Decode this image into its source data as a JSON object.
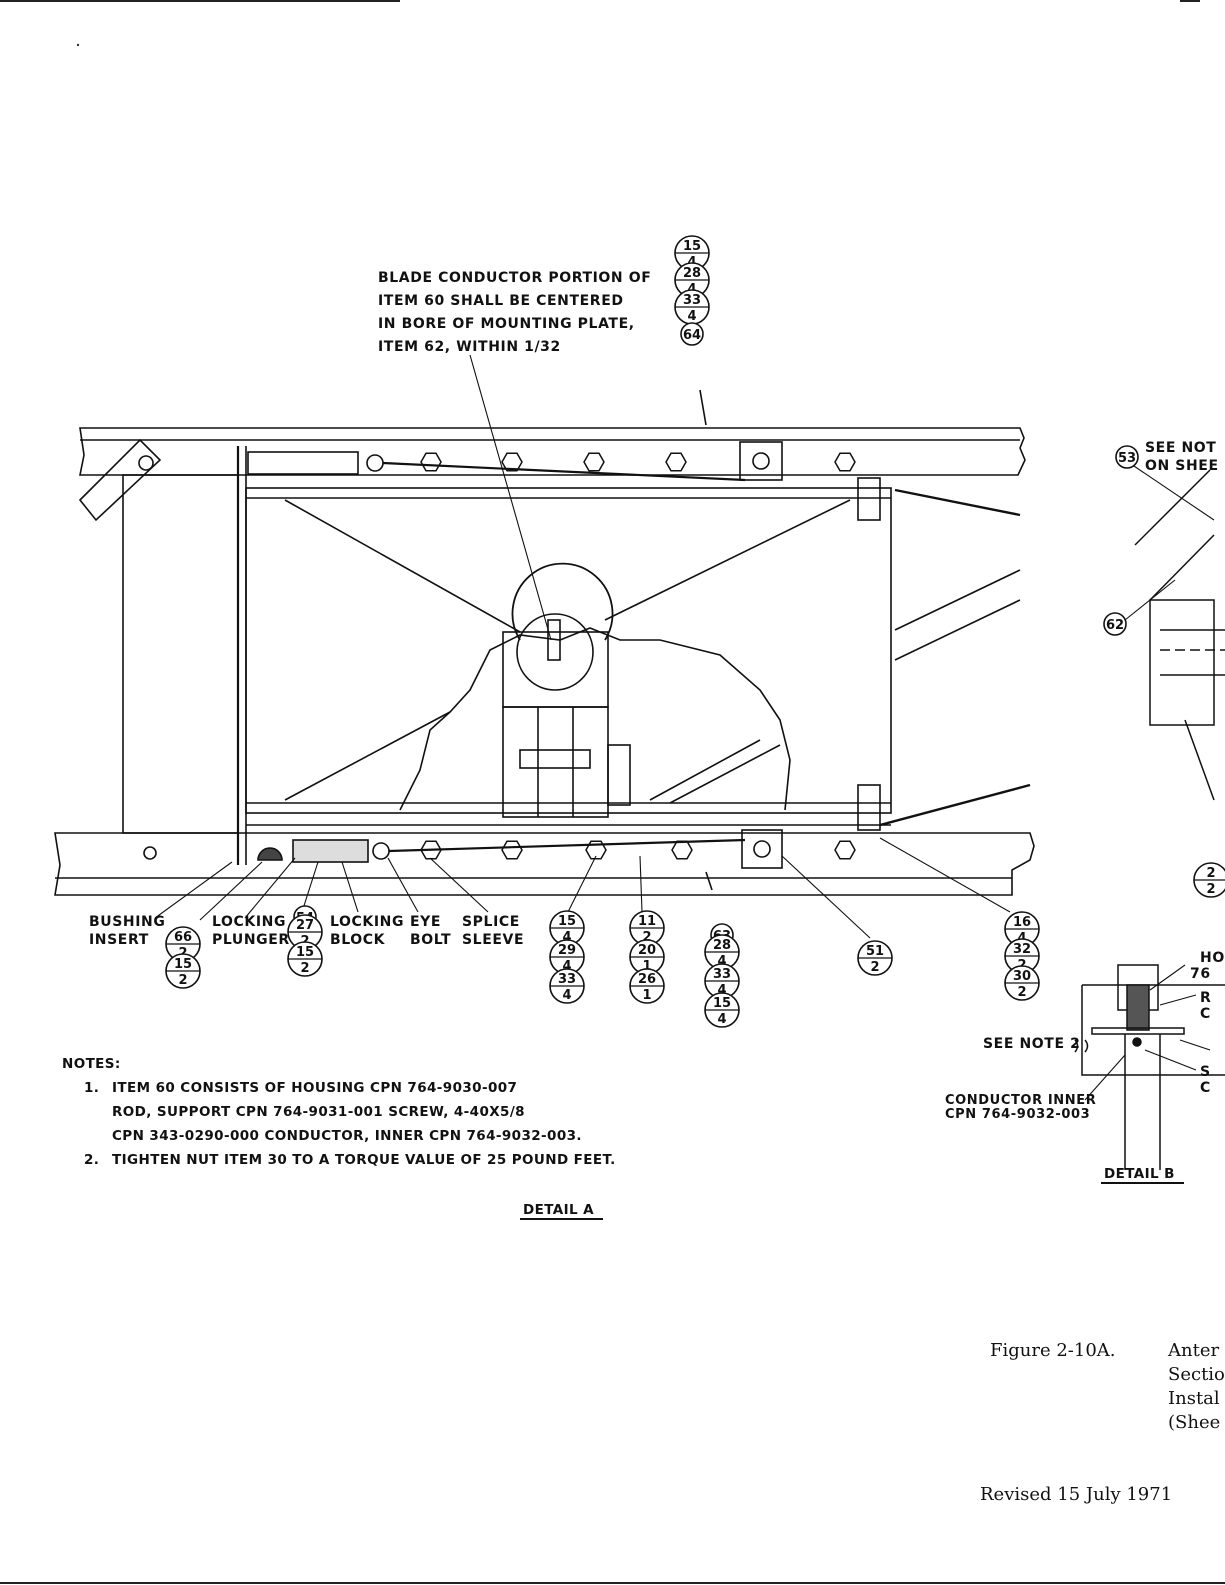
{
  "callout_top": [
    "BLADE CONDUCTOR PORTION OF",
    "ITEM 60 SHALL BE CENTERED",
    "IN BORE OF MOUNTING PLATE,",
    "ITEM 62, WITHIN 1/32"
  ],
  "see_note_top": [
    "SEE NOT",
    "ON SHEE"
  ],
  "labels": {
    "bushing": [
      "BUSHING",
      "INSERT"
    ],
    "locking_plunger": [
      "LOCKING",
      "PLUNGER"
    ],
    "locking_block": [
      "LOCKING",
      "BLOCK"
    ],
    "eye_bolt": [
      "EYE",
      "BOLT"
    ],
    "splice_sleeve": [
      "SPLICE",
      "SLEEVE"
    ],
    "see_note_2": "SEE NOTE 2",
    "conductor_inner": [
      "CONDUCTOR INNER",
      "CPN 764-9032-003"
    ],
    "detail_b_partial": [
      "HOU",
      "76",
      "R",
      "C",
      "S",
      "C"
    ]
  },
  "bubbles": {
    "top_stack": [
      [
        "15",
        "4"
      ],
      [
        "28",
        "4"
      ],
      [
        "33",
        "4"
      ],
      [
        "64",
        ""
      ]
    ],
    "b53": [
      "53",
      ""
    ],
    "b62": [
      "62",
      ""
    ],
    "bushing_stack": [
      [
        "66",
        "2"
      ],
      [
        "15",
        "2"
      ]
    ],
    "plunger_stack": [
      [
        "54",
        ""
      ],
      [
        "27",
        "2"
      ],
      [
        "15",
        "2"
      ]
    ],
    "s1": [
      [
        "15",
        "4"
      ],
      [
        "29",
        "4"
      ],
      [
        "33",
        "4"
      ]
    ],
    "s2": [
      [
        "11",
        "2"
      ],
      [
        "20",
        "1"
      ],
      [
        "26",
        "1"
      ]
    ],
    "s3": [
      [
        "63",
        ""
      ],
      [
        "28",
        "4"
      ],
      [
        "33",
        "4"
      ],
      [
        "15",
        "4"
      ]
    ],
    "b51": [
      "51",
      "2"
    ],
    "s4": [
      [
        "16",
        "4"
      ],
      [
        "32",
        "2"
      ],
      [
        "30",
        "2"
      ]
    ],
    "b2": [
      "2",
      "2"
    ]
  },
  "notes": {
    "heading": "NOTES:",
    "items": [
      {
        "num": "1.",
        "lines": [
          "ITEM 60 CONSISTS OF HOUSING CPN 764-9030-007",
          "ROD, SUPPORT CPN 764-9031-001 SCREW, 4-40X5/8",
          "CPN 343-0290-000 CONDUCTOR, INNER CPN 764-9032-003."
        ]
      },
      {
        "num": "2.",
        "lines": [
          "TIGHTEN NUT ITEM 30 TO A TORQUE VALUE OF 25 POUND FEET."
        ]
      }
    ]
  },
  "detail_a": "DETAIL A",
  "detail_b": "DETAIL B",
  "figure": {
    "label": "Figure 2-10A.",
    "title_lines": [
      "Anter",
      "Sectio",
      "Instal",
      "(Shee"
    ]
  },
  "revised": "Revised 15 July 1971"
}
